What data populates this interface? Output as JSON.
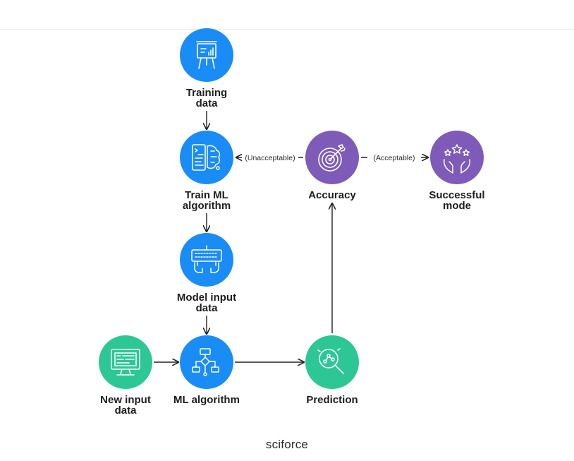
{
  "nodes": {
    "training_data": {
      "label_line1": "Training",
      "label_line2": "data",
      "color": "#1a8cf5",
      "icon": "presentation-board-icon"
    },
    "train_ml": {
      "label_line1": "Train ML",
      "label_line2": "algorithm",
      "color": "#1a8cf5",
      "icon": "brain-code-icon"
    },
    "model_input": {
      "label_line1": "Model input",
      "label_line2": "data",
      "color": "#1a8cf5",
      "icon": "keyboard-hands-icon"
    },
    "ml_algorithm": {
      "label_line1": "ML algorithm",
      "color": "#1a8cf5",
      "icon": "flowchart-icon"
    },
    "new_input": {
      "label_line1": "New input",
      "label_line2": "data",
      "color": "#2cc795",
      "icon": "monitor-icon"
    },
    "prediction": {
      "label_line1": "Prediction",
      "color": "#2cc795",
      "icon": "magnifier-chart-icon"
    },
    "accuracy": {
      "label_line1": "Accuracy",
      "color": "#7e5bb8",
      "icon": "target-icon"
    },
    "successful": {
      "label_line1": "Successful",
      "label_line2": "mode",
      "color": "#7e5bb8",
      "icon": "hands-stars-icon"
    }
  },
  "edges": {
    "unacceptable": "(Unacceptable)",
    "acceptable": "(Acceptable)"
  },
  "logo": "sciforce"
}
